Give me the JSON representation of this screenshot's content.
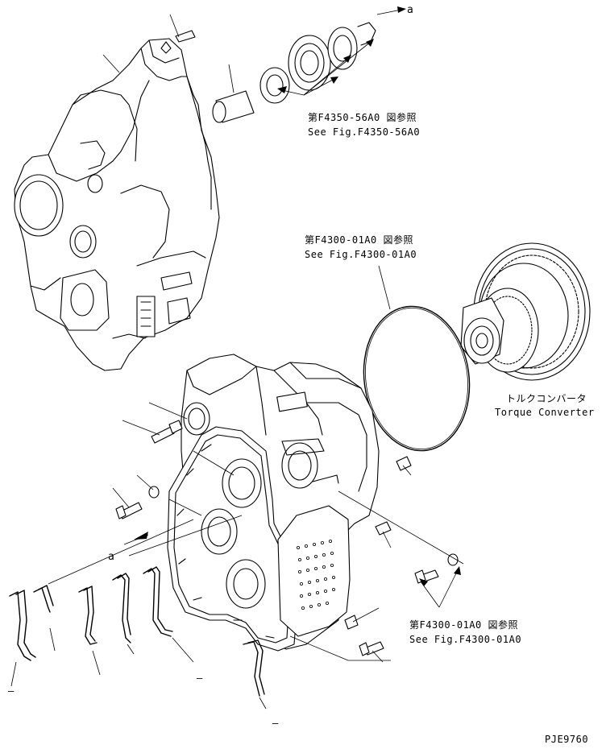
{
  "references": {
    "top": {
      "jp": "第F4350-56A0 図参照",
      "en": "See Fig.F4350-56A0"
    },
    "middle": {
      "jp": "第F4300-01A0 図参照",
      "en": "See Fig.F4300-01A0"
    },
    "bottom": {
      "jp": "第F4300-01A0 図参照",
      "en": "See Fig.F4300-01A0"
    }
  },
  "torque_converter": {
    "jp": "トルクコンバータ",
    "en": "Torque Converter"
  },
  "detail_marks": {
    "top": "a",
    "left": "a"
  },
  "dash_marks": [
    "–",
    "–",
    "–"
  ],
  "drawing_id": "PJE9760"
}
